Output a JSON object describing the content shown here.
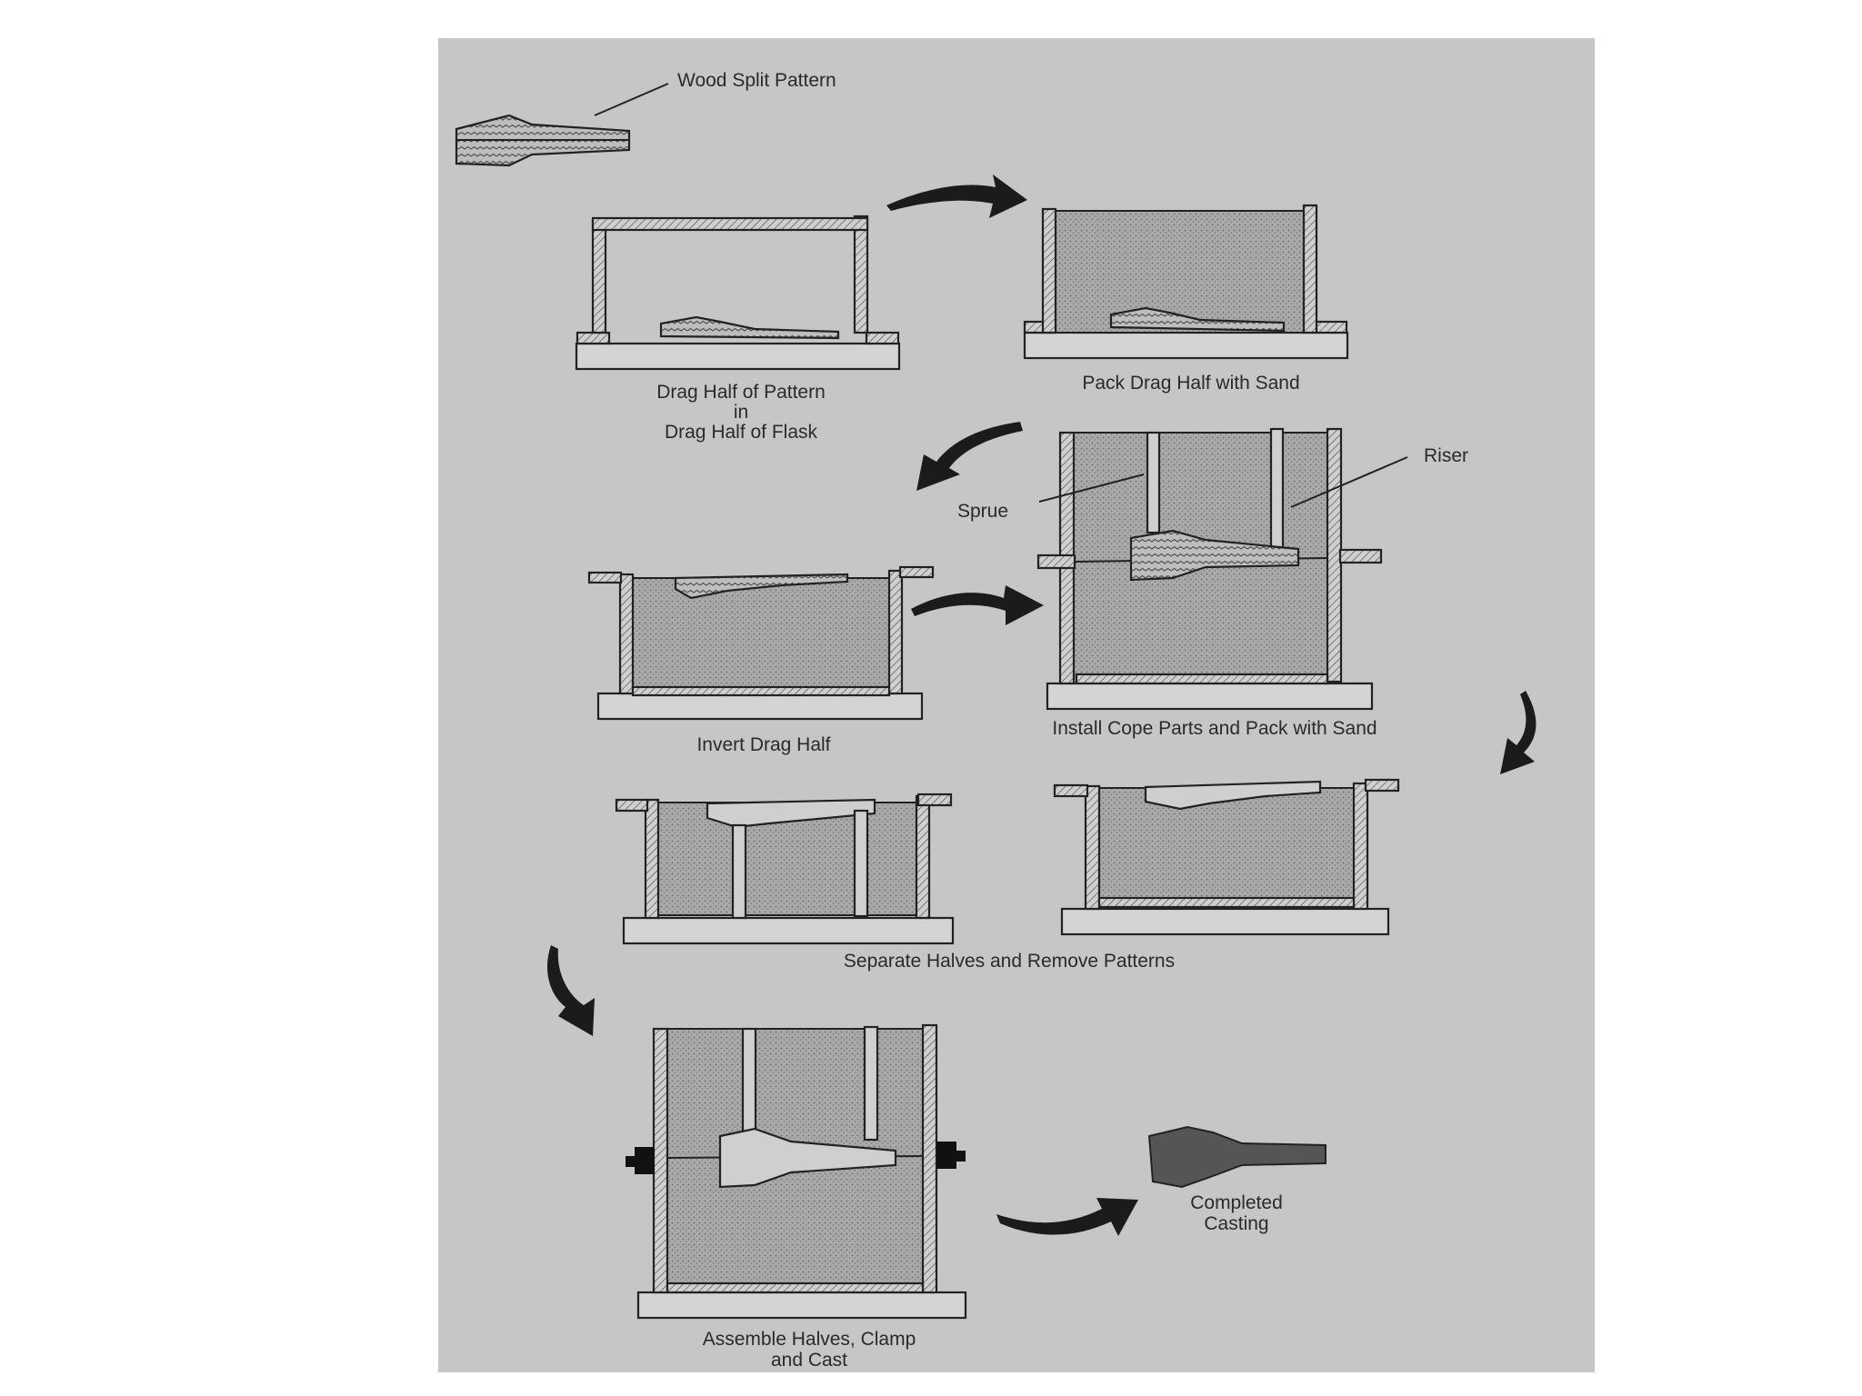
{
  "labels": {
    "wood_split_pattern": "Wood Split Pattern",
    "drag_half_l1": "Drag Half of Pattern",
    "drag_half_l2": "in",
    "drag_half_l3": "Drag Half of Flask",
    "pack_drag": "Pack Drag Half with Sand",
    "sprue": "Sprue",
    "riser": "Riser",
    "invert_drag": "Invert Drag Half",
    "install_cope": "Install Cope Parts and Pack with Sand",
    "separate_halves": "Separate Halves and Remove Patterns",
    "assemble_l1": "Assemble Halves, Clamp",
    "assemble_l2": "and Cast",
    "completed_l1": "Completed",
    "completed_l2": "Casting"
  },
  "colors": {
    "page": "#ffffff",
    "paper": "#c6c6c6",
    "ink": "#222222"
  }
}
